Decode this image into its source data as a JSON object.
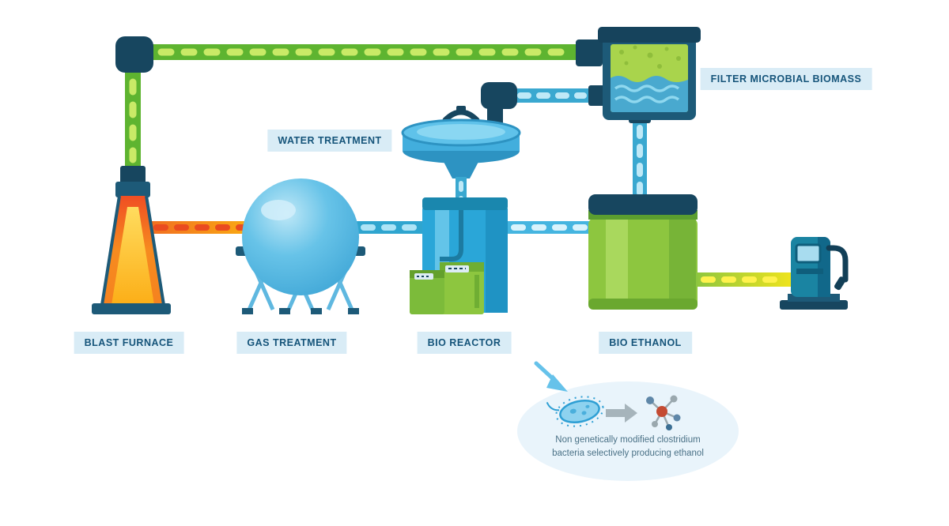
{
  "labels": {
    "blast_furnace": "BLAST FURNACE",
    "gas_treatment": "GAS TREATMENT",
    "bio_reactor": "BIO REACTOR",
    "bio_ethanol": "BIO ETHANOL",
    "water_treatment": "WATER TREATMENT",
    "filter_microbial_biomass": "FILTER MICROBIAL BIOMASS"
  },
  "annotation": {
    "text": "Non genetically modified clostridium bacteria selectively producing ethanol"
  },
  "colors": {
    "navy": "#17465f",
    "pipe_green": "#5eb430",
    "pipe_green_dash": "#c9ea67",
    "pipe_orange": "#f6911e",
    "pipe_orange_dash": "#ea4b20",
    "pipe_blue": "#3aa8d0",
    "pipe_blue_dash": "#bfe9f7",
    "tank_green": "#8dc63f",
    "sphere_blue": "#55b9e4",
    "label_bg": "#d9ecf6",
    "label_text": "#15547a",
    "annotation_bg": "#e9f4fb"
  }
}
